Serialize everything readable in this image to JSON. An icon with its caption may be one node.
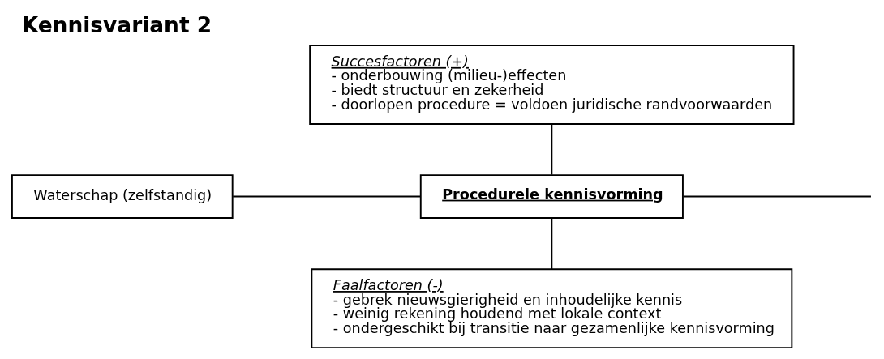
{
  "diagram": {
    "title": "Kennisvariant 2",
    "nodes": [
      {
        "text": [
          "Succesfactoren (+)",
          "- onderbouwing (milieu-)effecten",
          "- biedt structuur en zekerheid",
          "- doorlopen procedure = voldoen juridische randvoorwaarden"
        ]
      },
      {
        "text": [
          "Waterschap (zelfstandig)"
        ]
      },
      {
        "text": [
          "Procedurele kennisvorming"
        ]
      },
      {
        "text": [
          "Faalfactoren (-)",
          "- gebrek nieuwsgierigheid en inhoudelijke kennis",
          "- weinig rekening houdend met lokale context",
          "- ondergeschikt bij transitie naar gezamenlijke kennisvorming"
        ]
      }
    ],
    "edges": [
      {
        "from": 0,
        "to": 2,
        "arrow": "none"
      },
      {
        "from": 1,
        "to": 2,
        "arrow": "none"
      },
      {
        "from": 2,
        "to": null,
        "arrow": "none"
      },
      {
        "from": 2,
        "to": 3,
        "arrow": "none"
      }
    ]
  }
}
